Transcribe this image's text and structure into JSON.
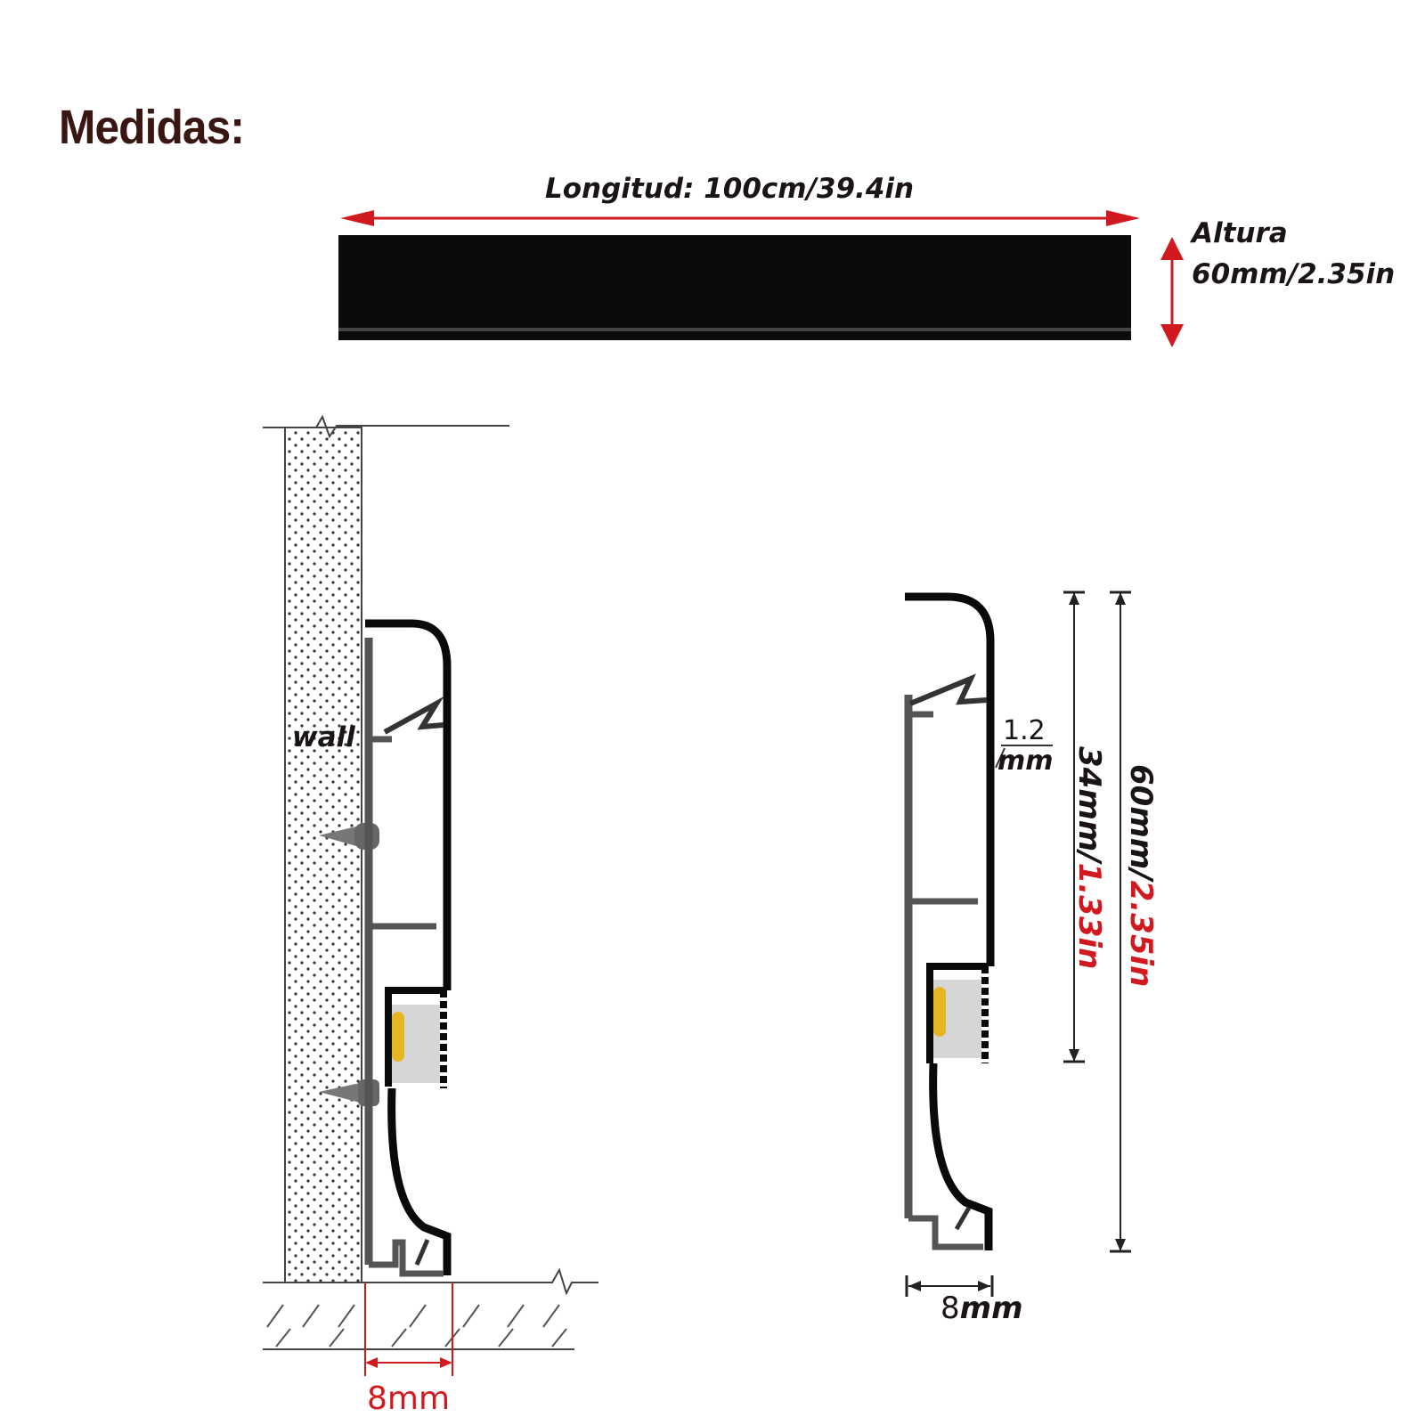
{
  "title": "Medidas:",
  "top_view": {
    "length_label": "Longitud: 100cm/39.4in",
    "height_label_line1": "Altura",
    "height_label_line2": "60mm/2.35in"
  },
  "installed_view": {
    "wall_label": "wall",
    "gap_label": "8mm"
  },
  "profile_view": {
    "thickness_value": "1.2",
    "thickness_unit": "mm",
    "inner_height_black": "34mm/",
    "inner_height_red": "1.33in",
    "total_height_black": "60mm/",
    "total_height_red": "2.35in",
    "depth_value": "8",
    "depth_unit": "mm"
  },
  "colors": {
    "title": "#3a1612",
    "arrow_red": "#d11a1f",
    "profile_black": "#0a0a0a",
    "profile_grey": "#555555",
    "led_yellow": "#e6b622"
  }
}
